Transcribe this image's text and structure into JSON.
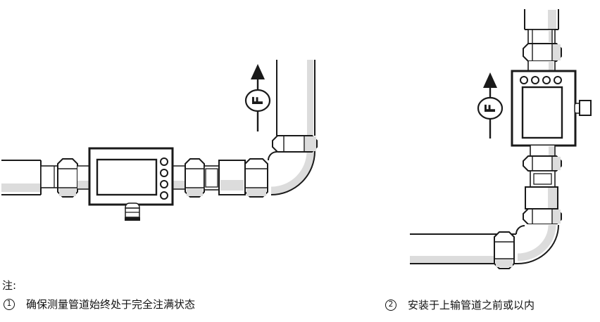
{
  "figure": {
    "left": {
      "flow_label": "F"
    },
    "right": {
      "flow_label": "F"
    }
  },
  "notes": {
    "heading": "注:",
    "items": [
      {
        "marker": "1",
        "text": "确保测量管道始终处于完全注满状态"
      },
      {
        "marker": "2",
        "text": "安装于上输管道之前或以内"
      }
    ]
  },
  "colors": {
    "line": "#1a1a1a",
    "fill": "#ffffff",
    "shading": "#dcdcdc"
  }
}
